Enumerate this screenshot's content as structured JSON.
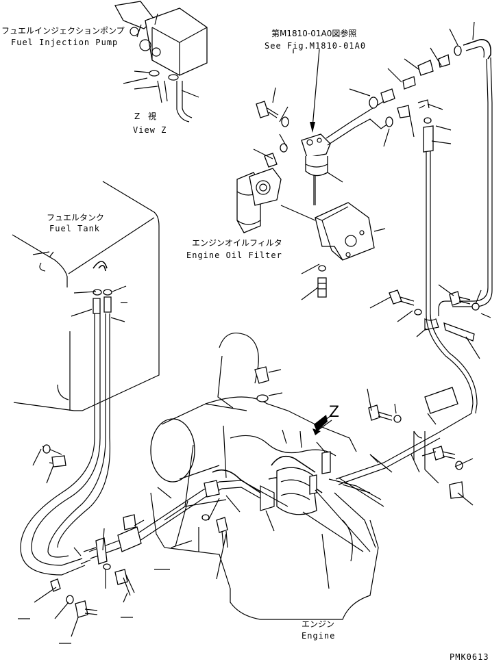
{
  "labels": {
    "fuel_injection_pump_jp": "フュエルインジェクションポンプ",
    "fuel_injection_pump_en": "Fuel Injection Pump",
    "view_z_jp": "Z 視",
    "view_z_en": "View Z",
    "see_fig_jp": "第M1810-01A0図参照",
    "see_fig_en": "See Fig.M1810-01A0",
    "fuel_tank_jp": "フュエルタンク",
    "fuel_tank_en": "Fuel Tank",
    "engine_oil_filter_jp": "エンジンオイルフィルタ",
    "engine_oil_filter_en": "Engine Oil Filter",
    "engine_jp": "エンジン",
    "engine_en": "Engine",
    "z_arrow": "Z",
    "code": "PMK0613"
  }
}
